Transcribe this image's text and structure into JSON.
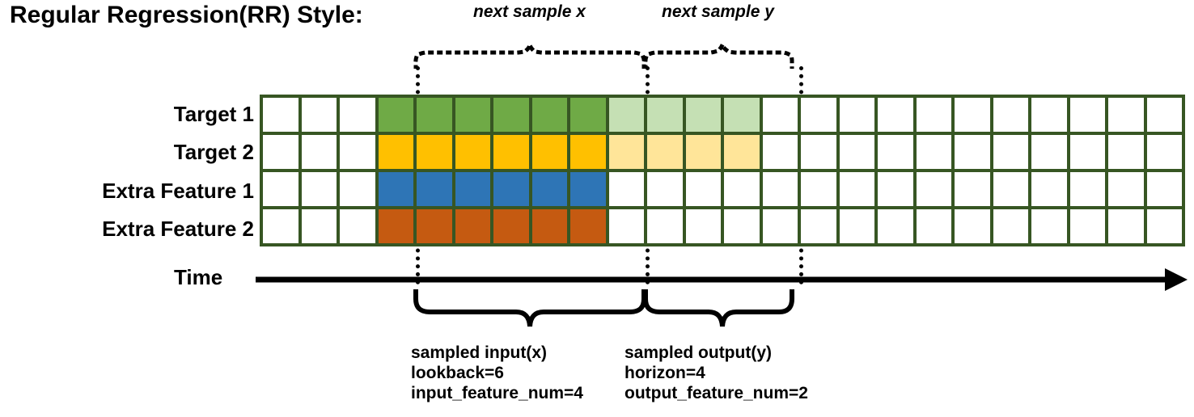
{
  "title": "Regular Regression(RR) Style:",
  "rows": [
    {
      "label": "Target 1",
      "name": "target-1"
    },
    {
      "label": "Target 2",
      "name": "target-2"
    },
    {
      "label": "Extra Feature 1",
      "name": "extra-feature-1"
    },
    {
      "label": "Extra Feature 2",
      "name": "extra-feature-2"
    }
  ],
  "axis": {
    "label": "Time",
    "direction": "right-arrow"
  },
  "annotations": {
    "top_left": "next sample x",
    "top_right": "next sample y"
  },
  "captions": {
    "input": {
      "title": "sampled input(x)",
      "line2": "lookback=6",
      "line3": "input_feature_num=4"
    },
    "output": {
      "title": "sampled output(y)",
      "line2": "horizon=4",
      "line3": "output_feature_num=2"
    }
  },
  "colors": {
    "grid_border": "#375623",
    "green": "#6FAA46",
    "green_light": "#C5E0B4",
    "gold": "#FFC000",
    "gold_light": "#FFE599",
    "blue": "#2E75B6",
    "orange": "#C55A11",
    "empty": "#FFFFFF",
    "ink": "#000000"
  },
  "grid": {
    "columns": 24,
    "rows": 4,
    "lead_empty": 3,
    "input_cols": 6,
    "output_cols": 4,
    "trail_empty": 11,
    "cells": [
      [
        "empty",
        "empty",
        "empty",
        "green",
        "green",
        "green",
        "green",
        "green",
        "green",
        "green_light",
        "green_light",
        "green_light",
        "green_light",
        "empty",
        "empty",
        "empty",
        "empty",
        "empty",
        "empty",
        "empty",
        "empty",
        "empty",
        "empty",
        "empty"
      ],
      [
        "empty",
        "empty",
        "empty",
        "gold",
        "gold",
        "gold",
        "gold",
        "gold",
        "gold",
        "gold_light",
        "gold_light",
        "gold_light",
        "gold_light",
        "empty",
        "empty",
        "empty",
        "empty",
        "empty",
        "empty",
        "empty",
        "empty",
        "empty",
        "empty",
        "empty"
      ],
      [
        "empty",
        "empty",
        "empty",
        "blue",
        "blue",
        "blue",
        "blue",
        "blue",
        "blue",
        "empty",
        "empty",
        "empty",
        "empty",
        "empty",
        "empty",
        "empty",
        "empty",
        "empty",
        "empty",
        "empty",
        "empty",
        "empty",
        "empty",
        "empty"
      ],
      [
        "empty",
        "empty",
        "empty",
        "orange",
        "orange",
        "orange",
        "orange",
        "orange",
        "orange",
        "empty",
        "empty",
        "empty",
        "empty",
        "empty",
        "empty",
        "empty",
        "empty",
        "empty",
        "empty",
        "empty",
        "empty",
        "empty",
        "empty",
        "empty"
      ]
    ]
  }
}
